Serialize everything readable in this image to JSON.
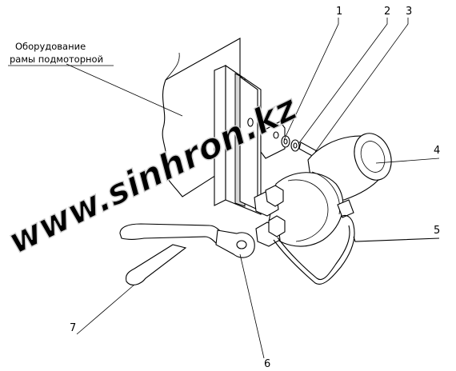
{
  "caption": {
    "line1": "Оборудование",
    "line2": "рамы подмоторной"
  },
  "watermark": "www.sinhron.kz",
  "callouts": [
    {
      "id": "1",
      "text": "1"
    },
    {
      "id": "2",
      "text": "2"
    },
    {
      "id": "3",
      "text": "3"
    },
    {
      "id": "4",
      "text": "4"
    },
    {
      "id": "5",
      "text": "5"
    },
    {
      "id": "6",
      "text": "6"
    },
    {
      "id": "7",
      "text": "7"
    }
  ]
}
